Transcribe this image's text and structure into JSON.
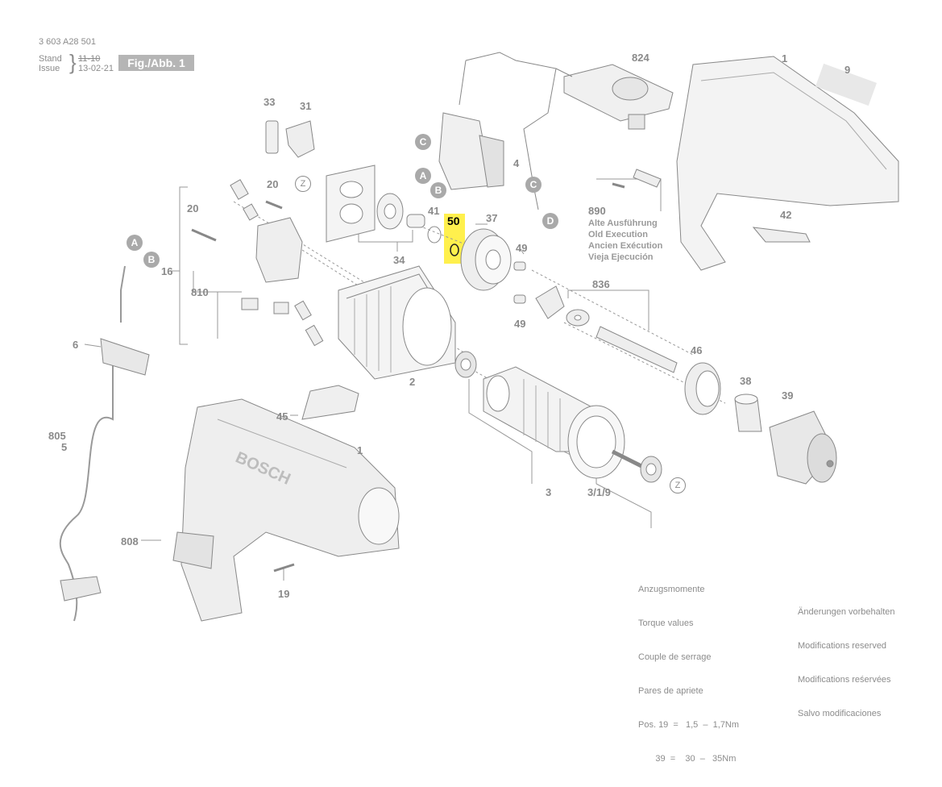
{
  "header": {
    "doc_number": "3 603 A28 501",
    "stand_label": "Stand",
    "issue_label": "Issue",
    "old_date": "11-10",
    "new_date": "13-02-21",
    "fig_label": "Fig./Abb. 1"
  },
  "parts": {
    "p1_top": "1",
    "p9": "9",
    "p824": "824",
    "p33": "33",
    "p31": "31",
    "p4": "4",
    "p20a": "20",
    "p20b": "20",
    "p16": "16",
    "p810": "810",
    "p41": "41",
    "p50": "50",
    "p37": "37",
    "p49a": "49",
    "p49b": "49",
    "p34": "34",
    "p890": "890",
    "p42": "42",
    "p836": "836",
    "p6": "6",
    "p2": "2",
    "p46": "46",
    "p38": "38",
    "p39": "39",
    "p45": "45",
    "p805": "805",
    "p5": "5",
    "p1_bottom": "1",
    "p3": "3",
    "p3_1_9": "3/1/9",
    "p808": "808",
    "p19": "19"
  },
  "connectors": {
    "A": "A",
    "B": "B",
    "C": "C",
    "D": "D",
    "Z": "Z"
  },
  "old_execution": [
    "Alte Ausführung",
    "Old Execution",
    "Ancien Exécution",
    "Vieja Ejecución"
  ],
  "torque": {
    "lines": [
      "Anzugsmomente",
      "Torque values",
      "Couple de serrage",
      "Pares de apriete"
    ],
    "row1": "Pos. 19  =   1,5  –  1,7Nm",
    "row2": "       39  =    30  –   35Nm"
  },
  "modifications": [
    "Änderungen vorbehalten",
    "Modifications reserved",
    "Modifications reśervées",
    "Salvo modificaciones"
  ],
  "brand_on_drill": "BOSCH",
  "highlight_color": "#fff04d"
}
